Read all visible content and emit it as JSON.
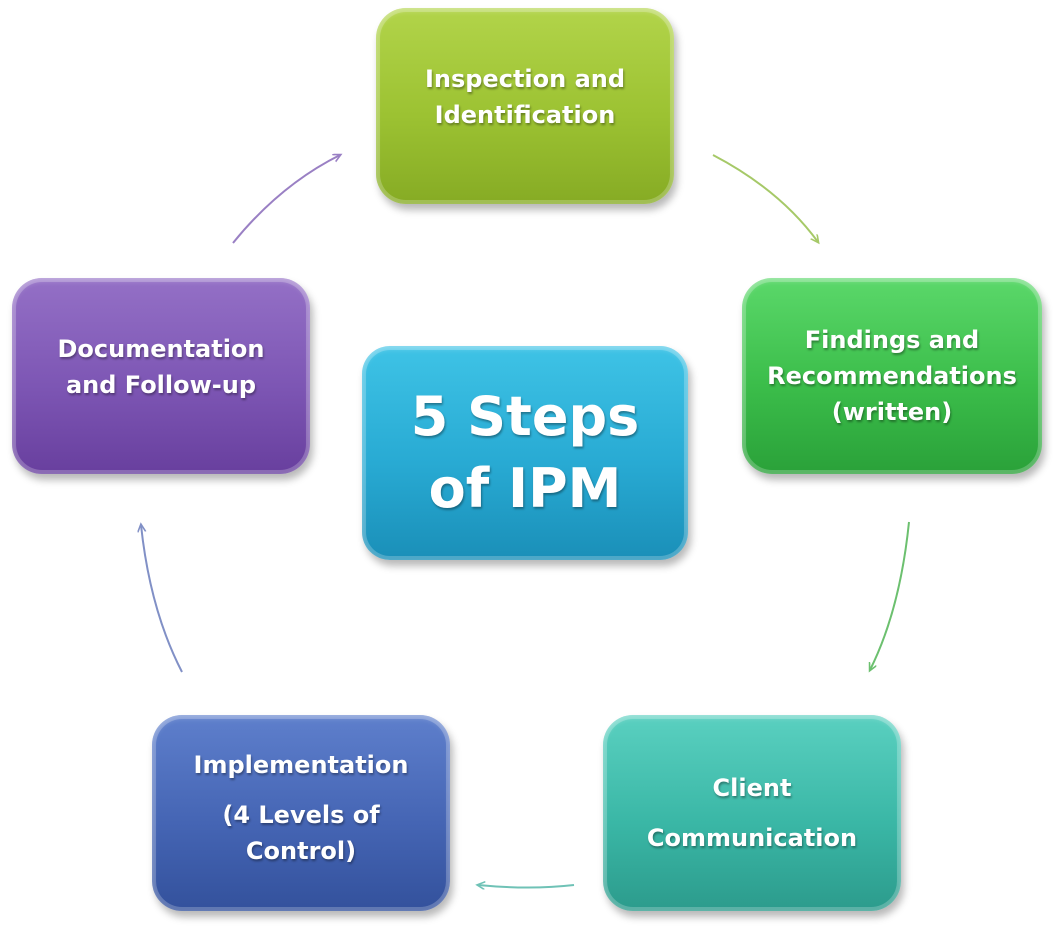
{
  "center": {
    "line1": "5 Steps",
    "line2": "of IPM",
    "color": "#28aad3"
  },
  "steps": [
    {
      "lines": [
        "Inspection and",
        "Identification"
      ],
      "color": "#9cc232"
    },
    {
      "lines": [
        "Findings and",
        "Recommendations",
        "(written)"
      ],
      "color": "#3bbd4a"
    },
    {
      "lines": [
        "Client",
        "Communication"
      ],
      "color": "#3ab7a6"
    },
    {
      "lines": [
        "Implementation",
        "(4 Levels of",
        "Control)"
      ],
      "color": "#4565b4"
    },
    {
      "lines": [
        "Documentation",
        "and Follow-up"
      ],
      "color": "#7d56b4"
    }
  ],
  "cycle": "clockwise"
}
